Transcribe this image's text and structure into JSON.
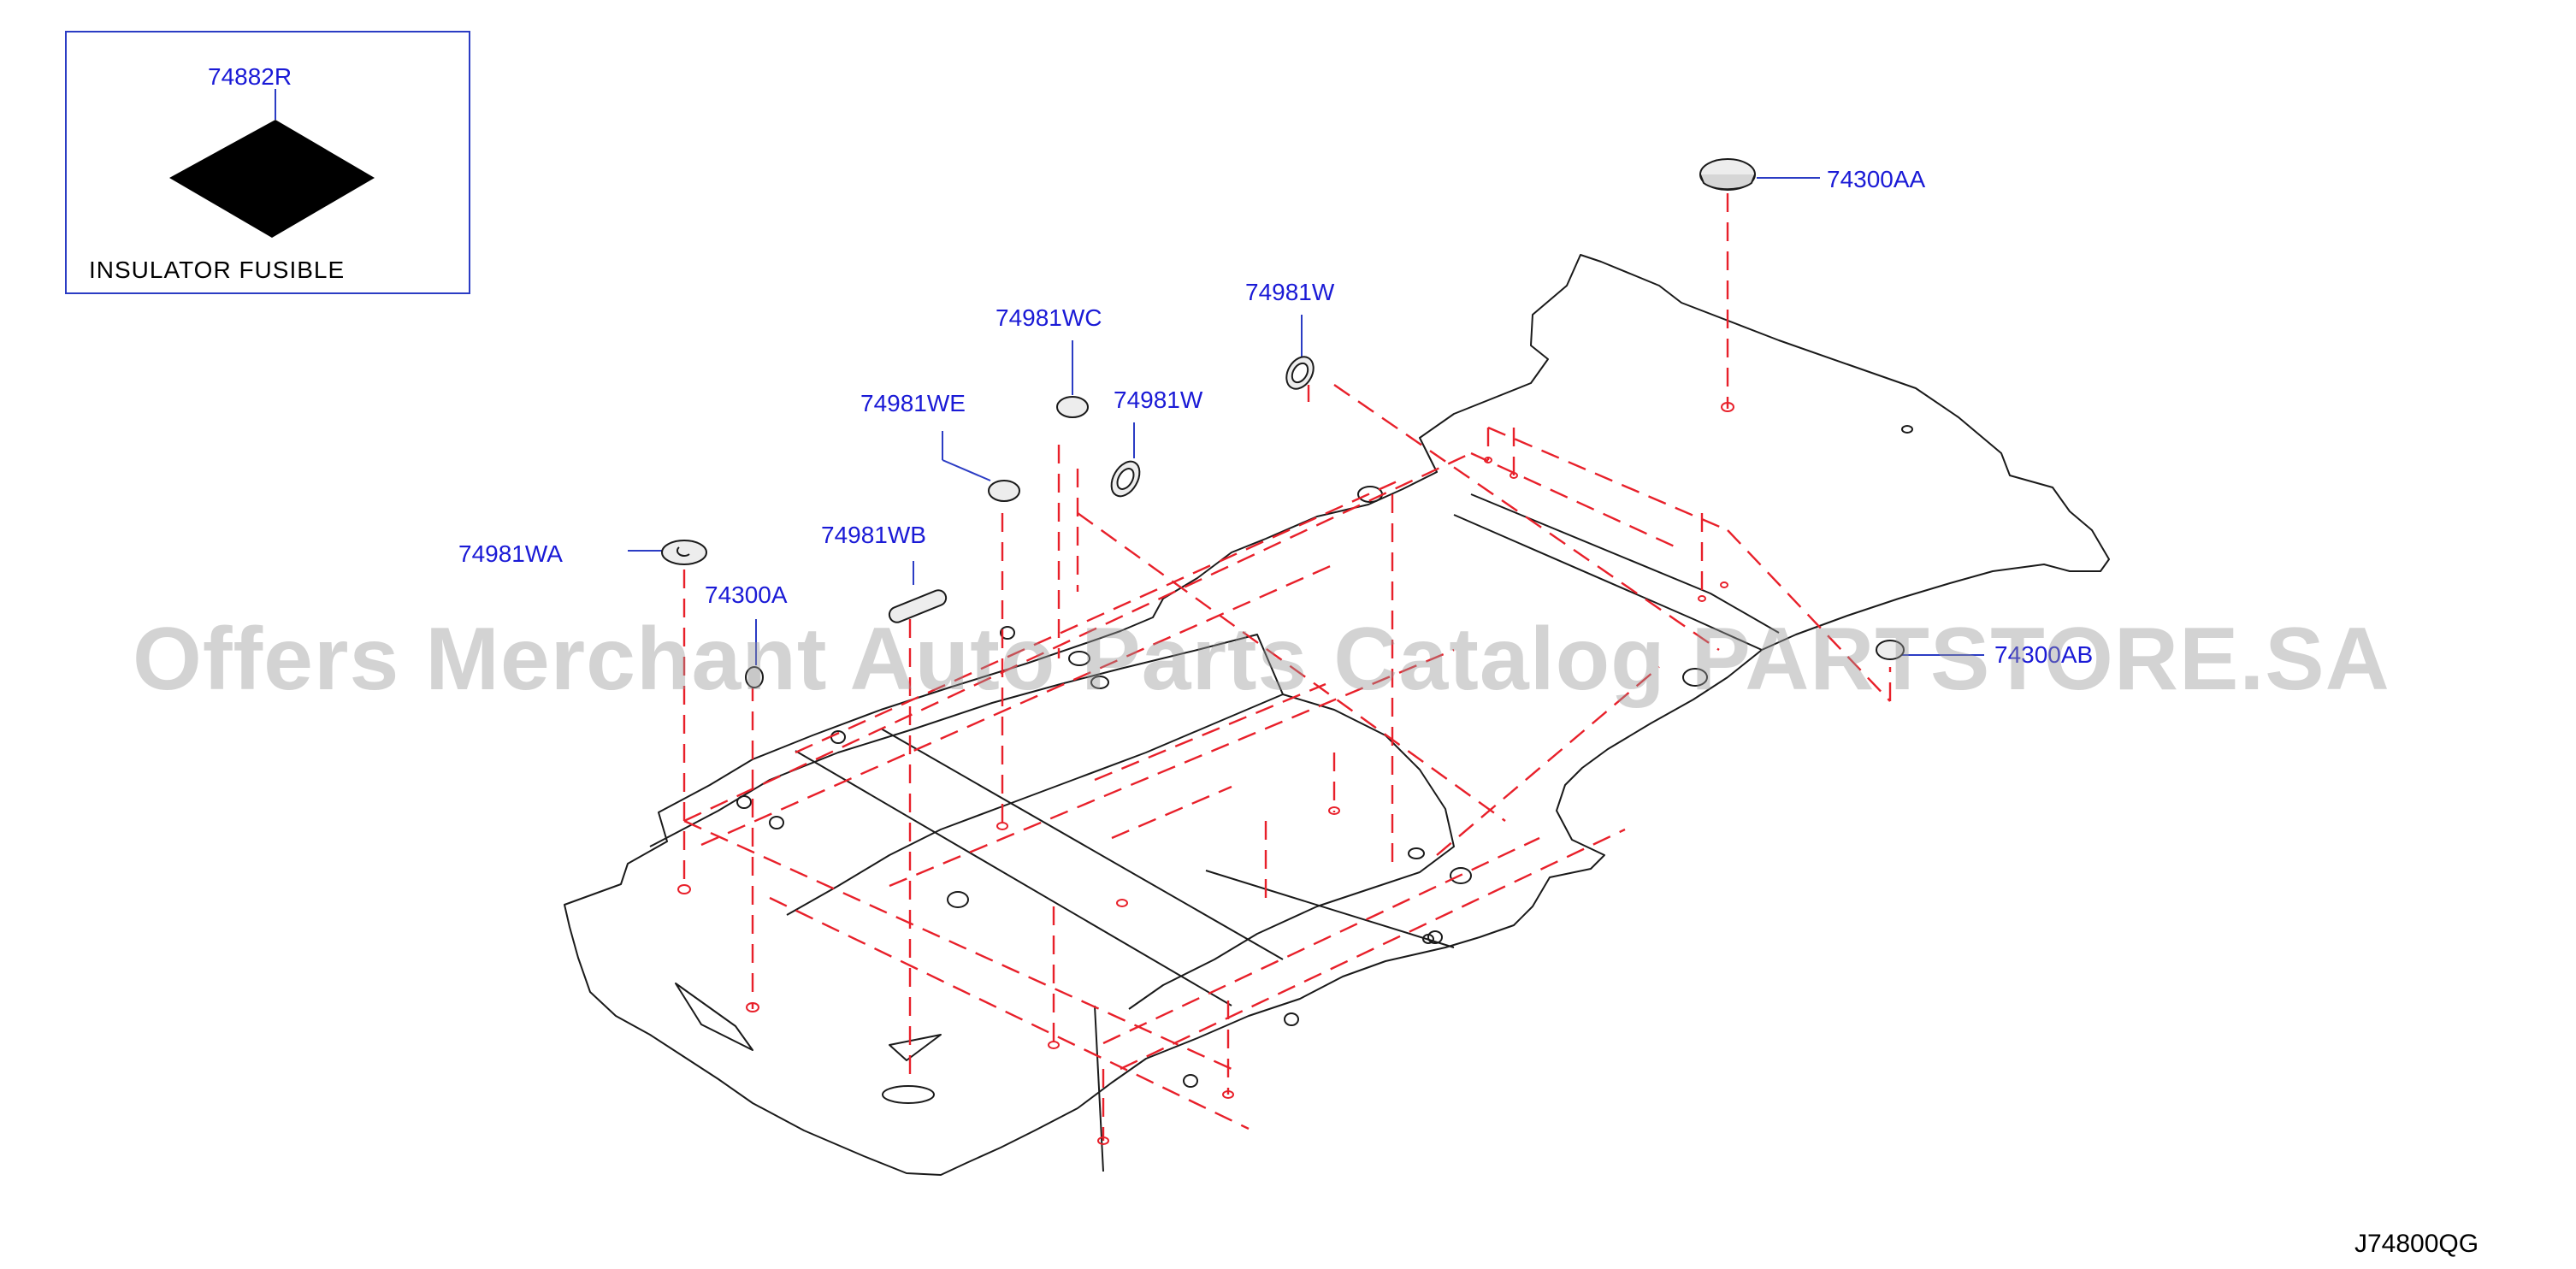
{
  "legend": {
    "part_code": "74882R",
    "caption": "INSULATOR   FUSIBLE"
  },
  "callouts": {
    "c74300AA": "74300AA",
    "c74981W_right": "74981W",
    "c74981WC": "74981WC",
    "c74981W_mid": "74981W",
    "c74981WE": "74981WE",
    "c74981WB": "74981WB",
    "c74981WA": "74981WA",
    "c74300A": "74300A",
    "c74300AB": "74300AB"
  },
  "watermark": "Offers Merchant Auto Parts Catalog PARTSTORE.SA",
  "diagram_code": "J74800QG",
  "colors": {
    "label": "#1a1ad6",
    "leader_red": "#e8202a",
    "outline": "#1a1a1a",
    "legend_border": "#2b3cc4",
    "watermark": "#969696"
  }
}
